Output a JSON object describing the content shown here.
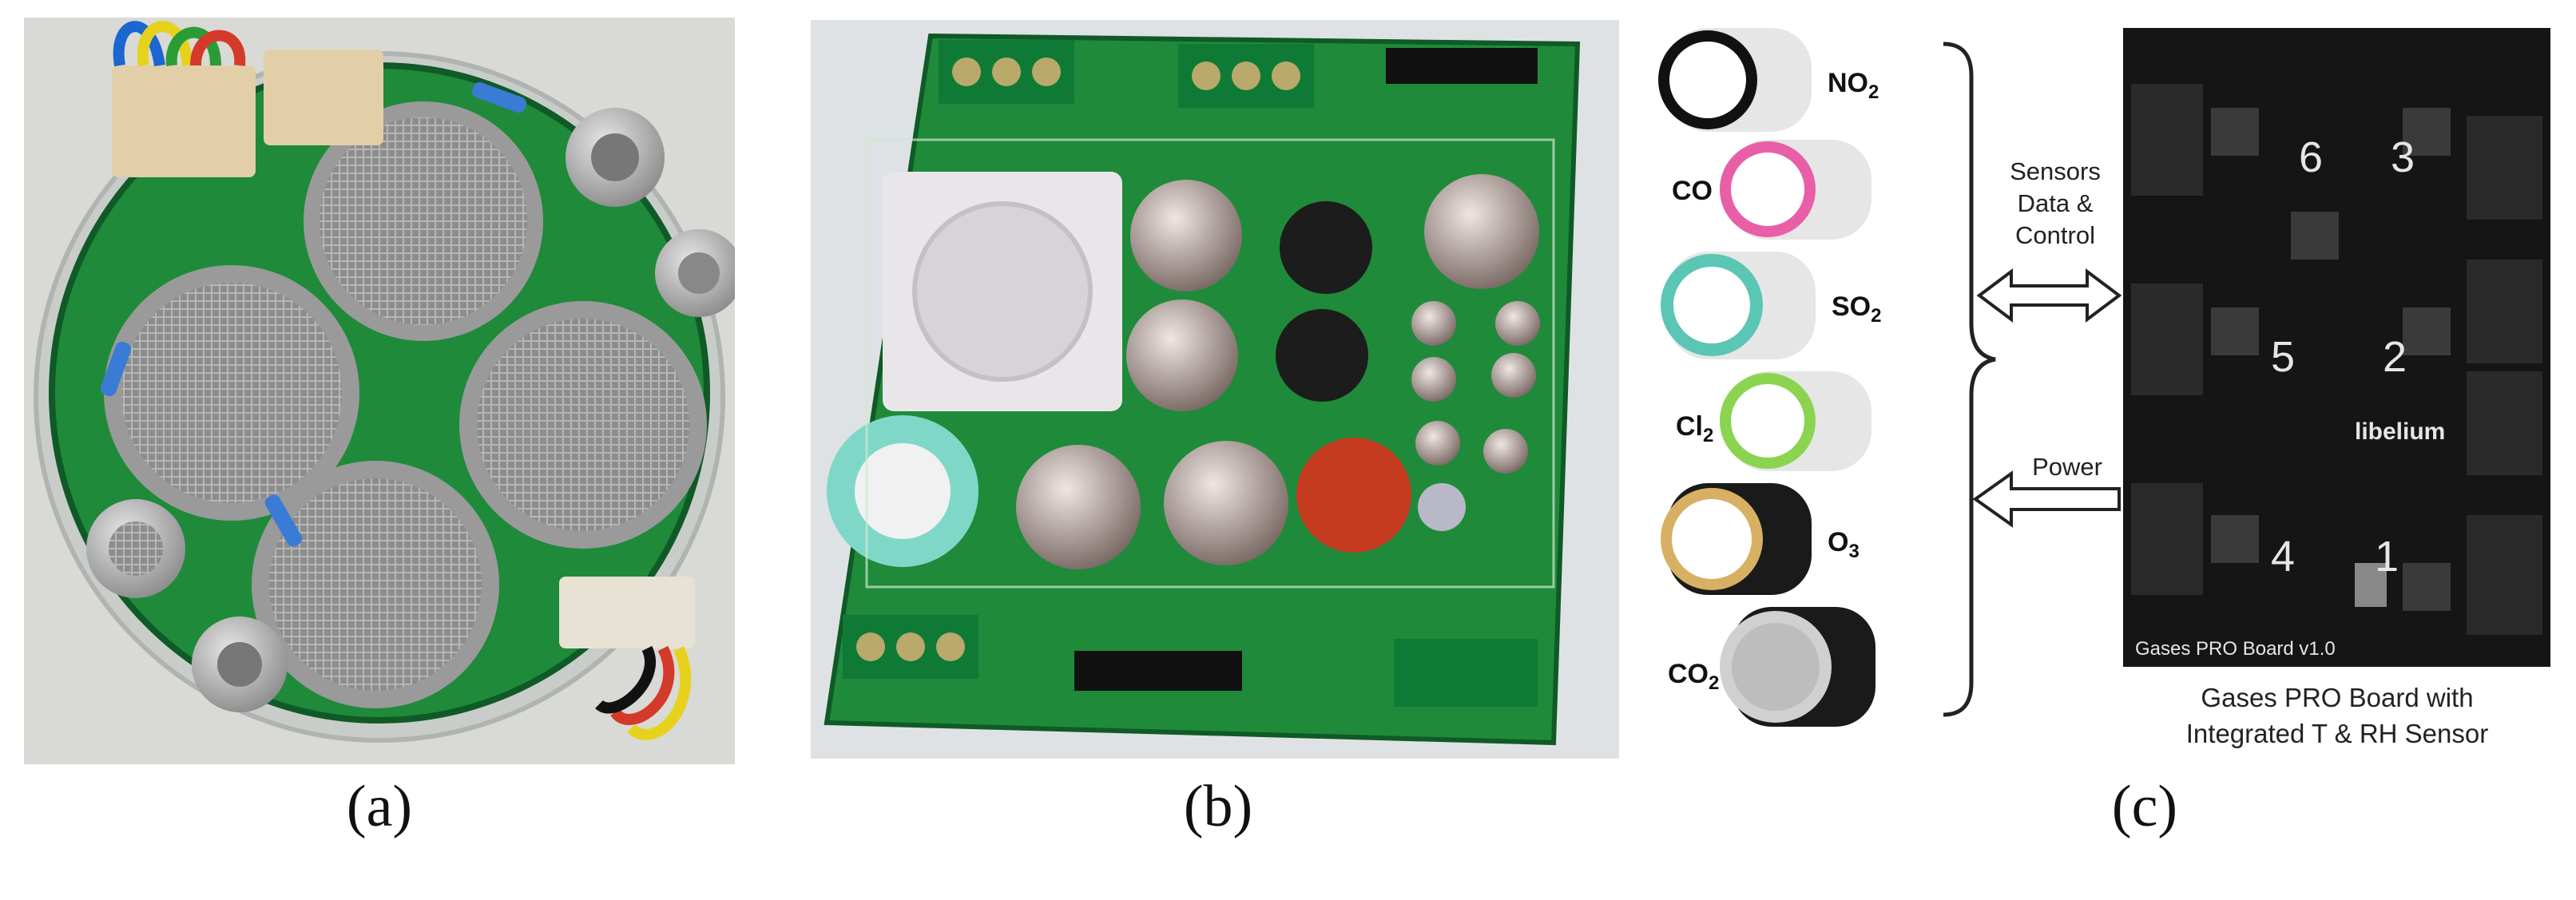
{
  "captions": {
    "a": "(a)",
    "b": "(b)",
    "c": "(c)"
  },
  "panel_c": {
    "sensors": [
      {
        "label": "NO",
        "sub": "2"
      },
      {
        "label": "CO",
        "sub": ""
      },
      {
        "label": "SO",
        "sub": "2"
      },
      {
        "label": "Cl",
        "sub": "2"
      },
      {
        "label": "O",
        "sub": "3"
      },
      {
        "label": "CO",
        "sub": "2"
      }
    ],
    "arrow_top": {
      "line1": "Sensors",
      "line2": "Data &",
      "line3": "Control"
    },
    "arrow_bottom": "Power",
    "board": {
      "socket_numbers": [
        "6",
        "3",
        "5",
        "2",
        "4",
        "1"
      ],
      "brand": "libelium",
      "silk_label": "Gases PRO Board v1.0",
      "caption_line1": "Gases PRO Board with",
      "caption_line2": "Integrated T & RH Sensor"
    }
  },
  "colors": {
    "pcb_green": "#1f8a3a",
    "pcb_dark": "#0f5a26",
    "board_black": "#151515",
    "no2_ring": "#111111",
    "co_ring": "#e85fa8",
    "so2_ring": "#5bc6b4",
    "cl2_ring": "#8bd44f",
    "o3_ring": "#d8b064",
    "co2_ring": "#222222"
  }
}
